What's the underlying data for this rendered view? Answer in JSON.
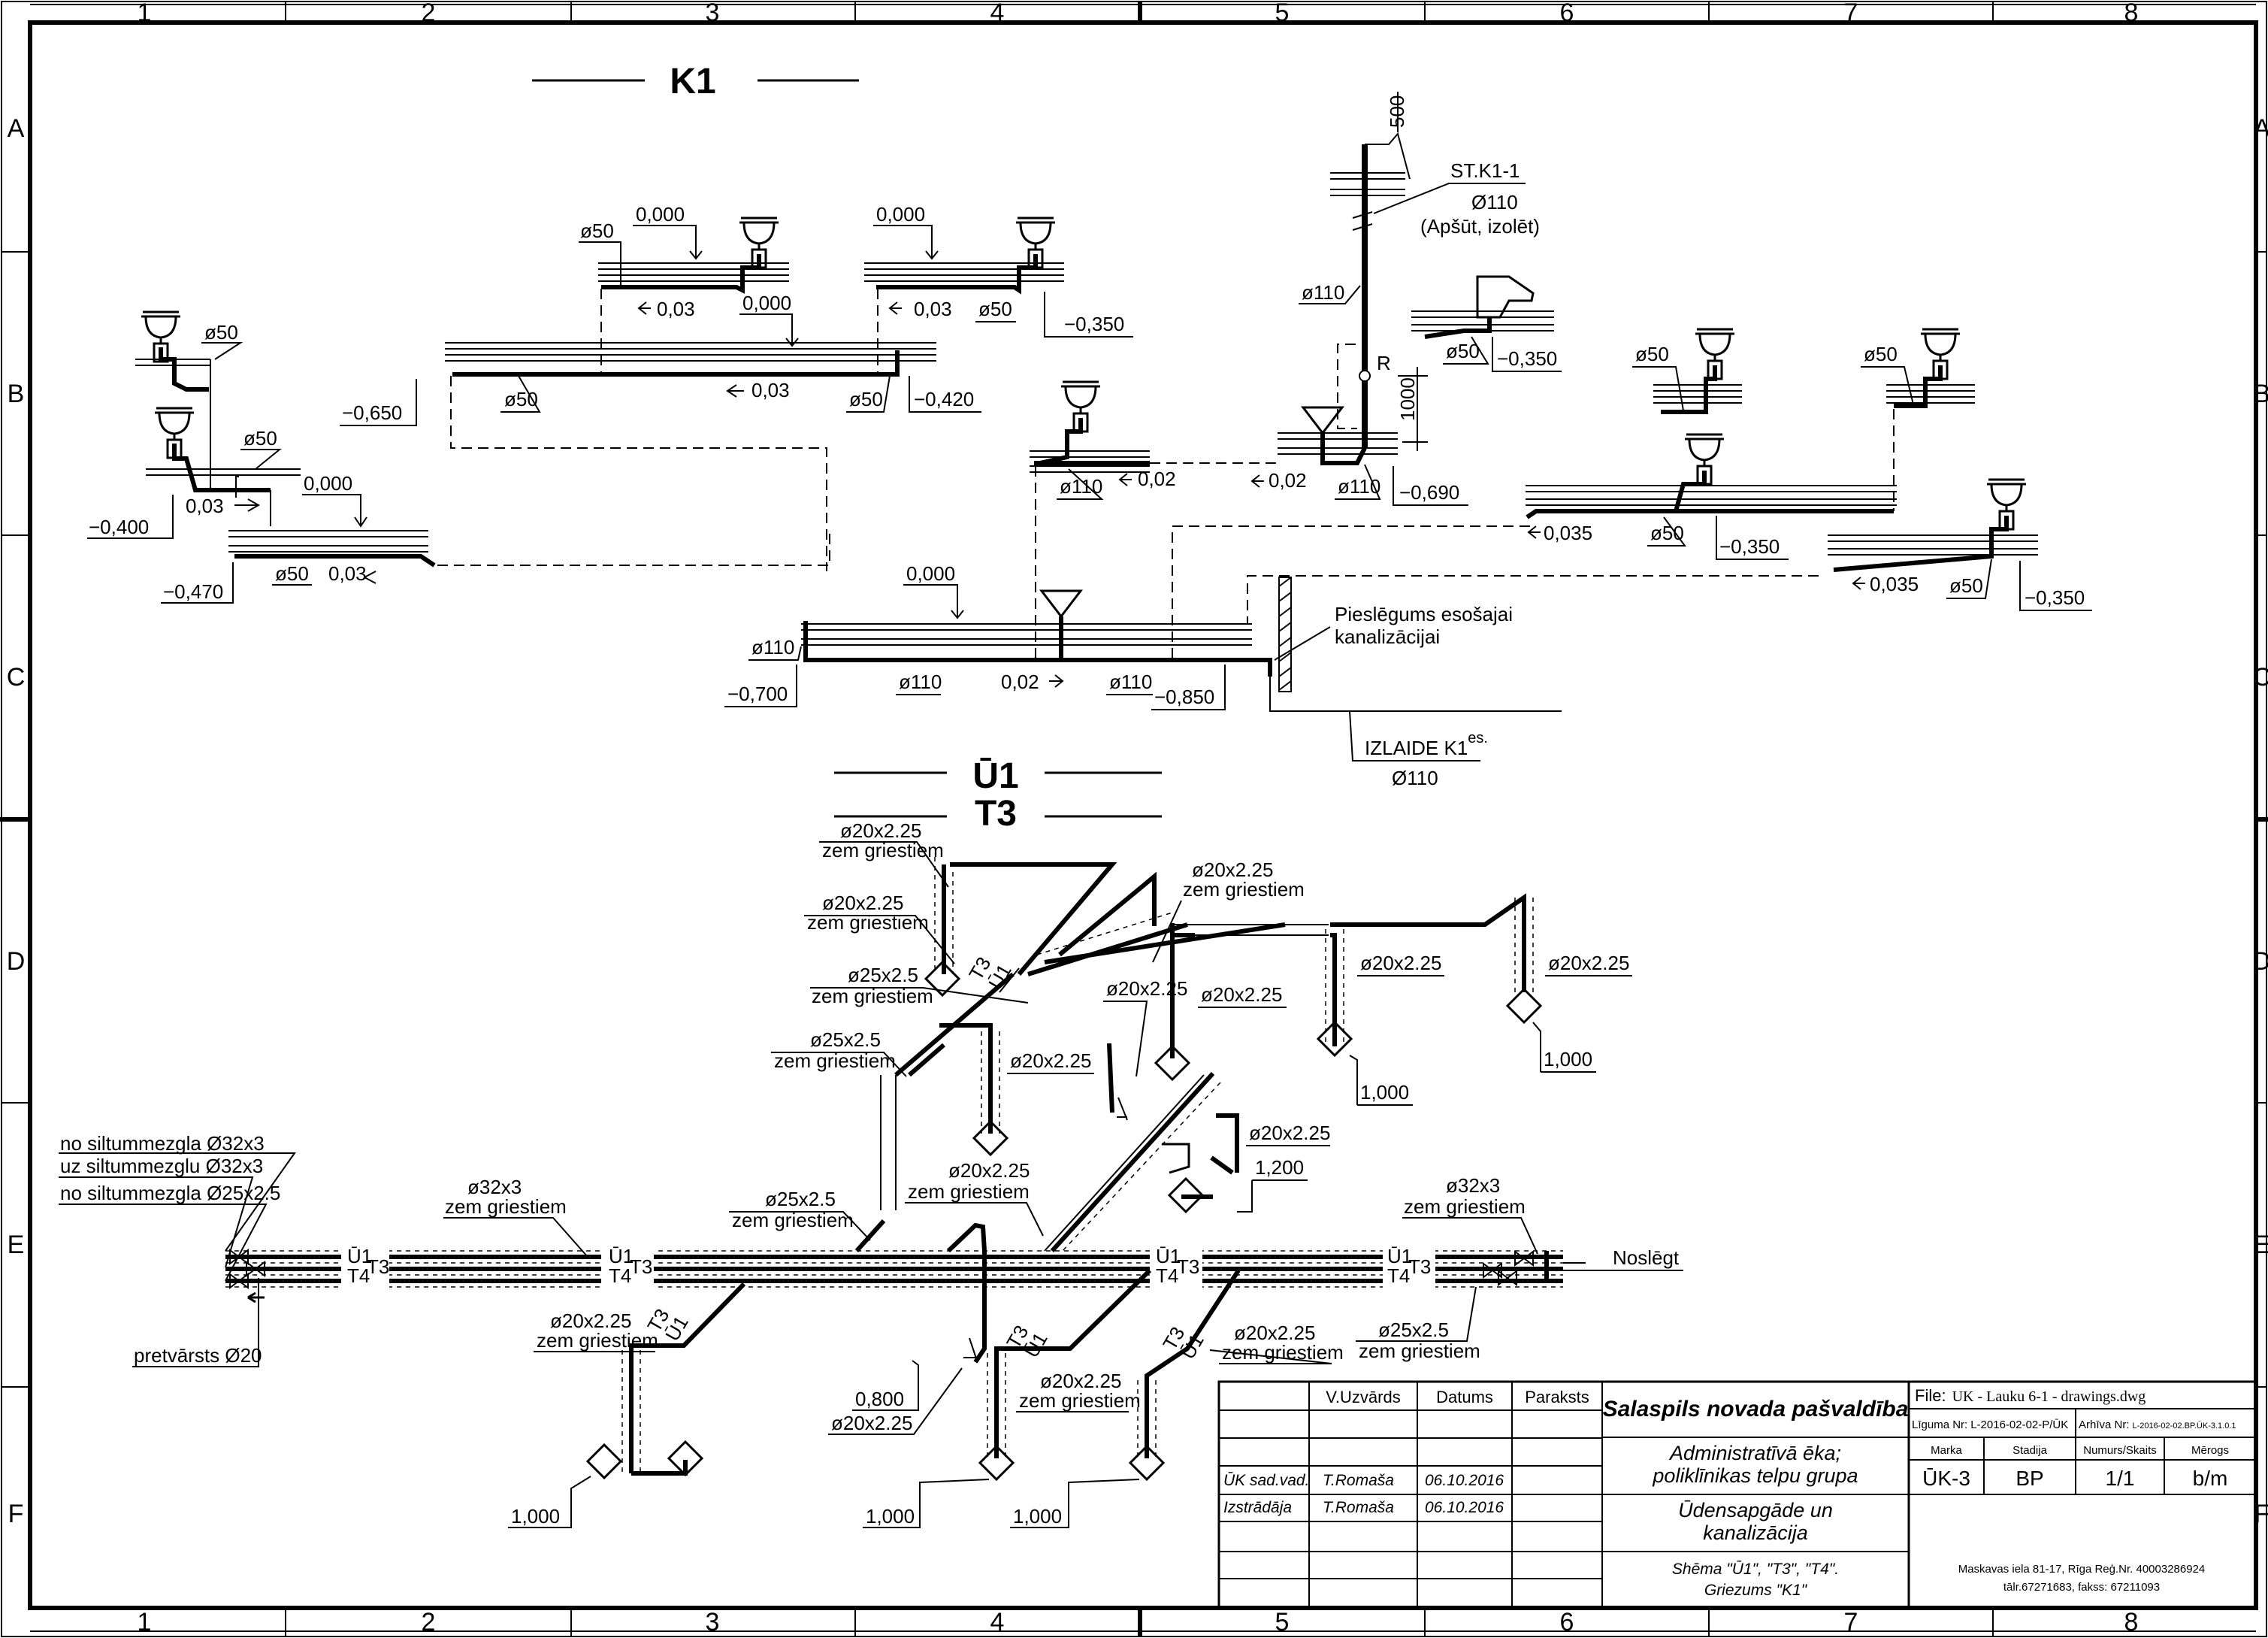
{
  "grid": {
    "cols": [
      "1",
      "2",
      "3",
      "4",
      "5",
      "6",
      "7",
      "8"
    ],
    "rows": [
      "A",
      "B",
      "C",
      "D",
      "E",
      "F"
    ]
  },
  "k1": {
    "title": "K1",
    "riser": {
      "name": "ST.K1-1",
      "dia": "Ø110",
      "note": "(Apšūt, izolēt)",
      "top": "500",
      "rev": "1000",
      "rev_mark": "R"
    },
    "outlet": {
      "connect1": "Pieslēgums esošajai",
      "connect2": "kanalizācijai",
      "name": "IZLAIDE K1",
      "sup": "es.",
      "dia": "Ø110"
    },
    "labels": {
      "d50": "ø50",
      "d110": "ø110",
      "zero": "0,000",
      "s003": "0,03",
      "s002": "0,02",
      "s0035": "0,035",
      "m035": "−0,350",
      "m042": "−0,420",
      "m065": "−0,650",
      "m040": "−0,400",
      "m047": "−0,470",
      "m069": "−0,690",
      "m070": "−0,700",
      "m085": "−0,850"
    }
  },
  "water": {
    "title1": "Ū1",
    "title2": "T3",
    "d20": "ø20x2.25",
    "d25": "ø25x2.5",
    "d32": "ø32x3",
    "zem": "zem griestiem",
    "h1000": "1,000",
    "h1200": "1,200",
    "h0800": "0,800",
    "u1": "Ū1",
    "t3": "T3",
    "t4": "T4",
    "no1": "no siltummezgla Ø32x3",
    "uz": "uz siltummezglu Ø32x3",
    "no2": "no siltummezgla Ø25x2.5",
    "pretv": "pretvārsts Ø20",
    "noslegt": "Noslēgt"
  },
  "titleblock": {
    "col_name": "V.Uzvārds",
    "col_date": "Datums",
    "col_sign": "Paraksts",
    "r1_role": "ŪK sad.vad.",
    "r1_name": "T.Romaša",
    "r1_date": "06.10.2016",
    "r2_role": "Izstrādāja",
    "r2_name": "T.Romaša",
    "r2_date": "06.10.2016",
    "client": "Salaspils novada pašvaldība",
    "obj1": "Administratīvā ēka;",
    "obj2": "poliklīnikas telpu grupa",
    "part1": "Ūdensapgāde un",
    "part2": "kanalizācija",
    "sheet1": "Shēma \"Ū1\", \"T3\", \"T4\".",
    "sheet2": "Griezums \"K1\"",
    "file_l": "File:",
    "file": "UK - Lauku 6-1 - drawings.dwg",
    "ligums_l": "Līguma Nr:",
    "ligums": "L-2016-02-02-P/ŪK",
    "arh_l": "Arhīva Nr:",
    "arh": "L-2016-02-02.BP.ŪK-3.1.0.1",
    "marka_l": "Marka",
    "stadija_l": "Stadija",
    "num_l": "Numurs/Skaits",
    "merogs_l": "Mērogs",
    "marka": "ŪK-3",
    "stadija": "BP",
    "num": "1/1",
    "merogs": "b/m",
    "addr1": "Maskavas iela 81-17, Rīga    Reģ.Nr. 40003286924",
    "addr2": "tālr.67271683, fakss: 67211093"
  }
}
